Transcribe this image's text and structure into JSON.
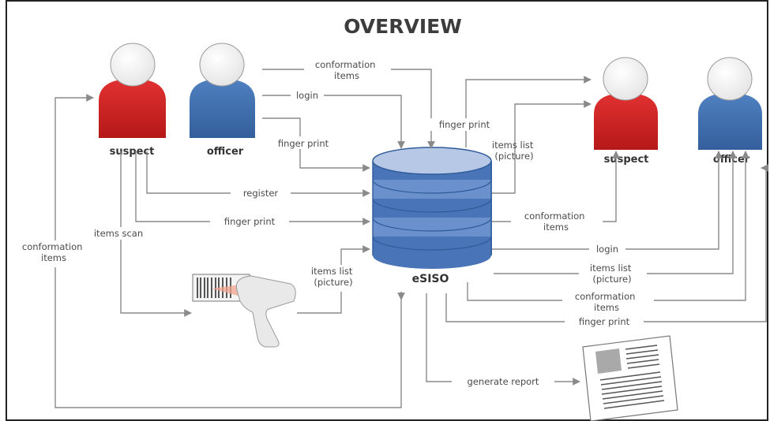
{
  "title": "OVERVIEW",
  "actors": {
    "suspect_left": "suspect",
    "officer_left": "officer",
    "suspect_right": "suspect",
    "officer_right": "officer"
  },
  "database": {
    "label": "eSISO"
  },
  "edges": {
    "conformation_items_top": "conformation items",
    "login_top": "login",
    "finger_print_officer": "finger print",
    "finger_print_top": "finger print",
    "items_list_picture_right": "items list (picture)",
    "register": "register",
    "finger_print_suspect": "finger print",
    "items_scan": "items scan",
    "conformation_items_left": "conformation items",
    "items_list_picture_scanner": "items list (picture)",
    "conformation_items_suspect_right": "conformation items",
    "login_officer_right": "login",
    "items_list_picture_officer_right": "items list (picture)",
    "conformation_items_officer_right": "conformation items",
    "finger_print_officer_right": "finger print",
    "generate_report": "generate report"
  },
  "colors": {
    "suspect": "#cc1f1f",
    "officer": "#3d6fae",
    "database": "#4a74b8",
    "line": "#8a8a8a"
  },
  "icons": [
    "person-icon",
    "database-icon",
    "barcode-scanner-icon",
    "report-document-icon"
  ]
}
